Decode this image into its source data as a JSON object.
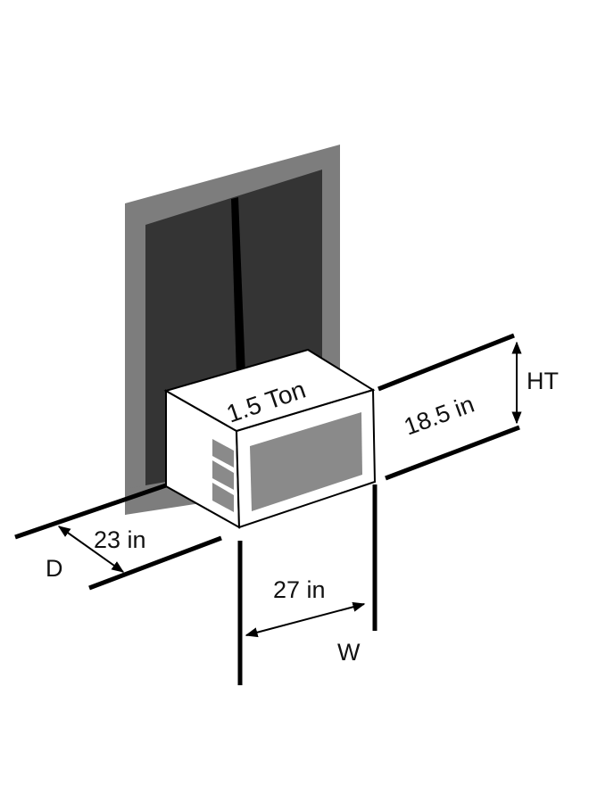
{
  "diagram": {
    "type": "window air conditioner dimension diagram",
    "unit_label": "1.5 Ton",
    "dimensions": {
      "height": {
        "label": "HT",
        "value": "18.5 in"
      },
      "width": {
        "label": "W",
        "value": "27 in"
      },
      "depth": {
        "label": "D",
        "value": "23 in"
      }
    },
    "colors": {
      "frame": "#7d7d7d",
      "window_pane": "#343434",
      "seam": "#000000",
      "ac_body": "#ffffff",
      "ac_panel": "#8a8a8a",
      "lines": "#000000"
    }
  }
}
